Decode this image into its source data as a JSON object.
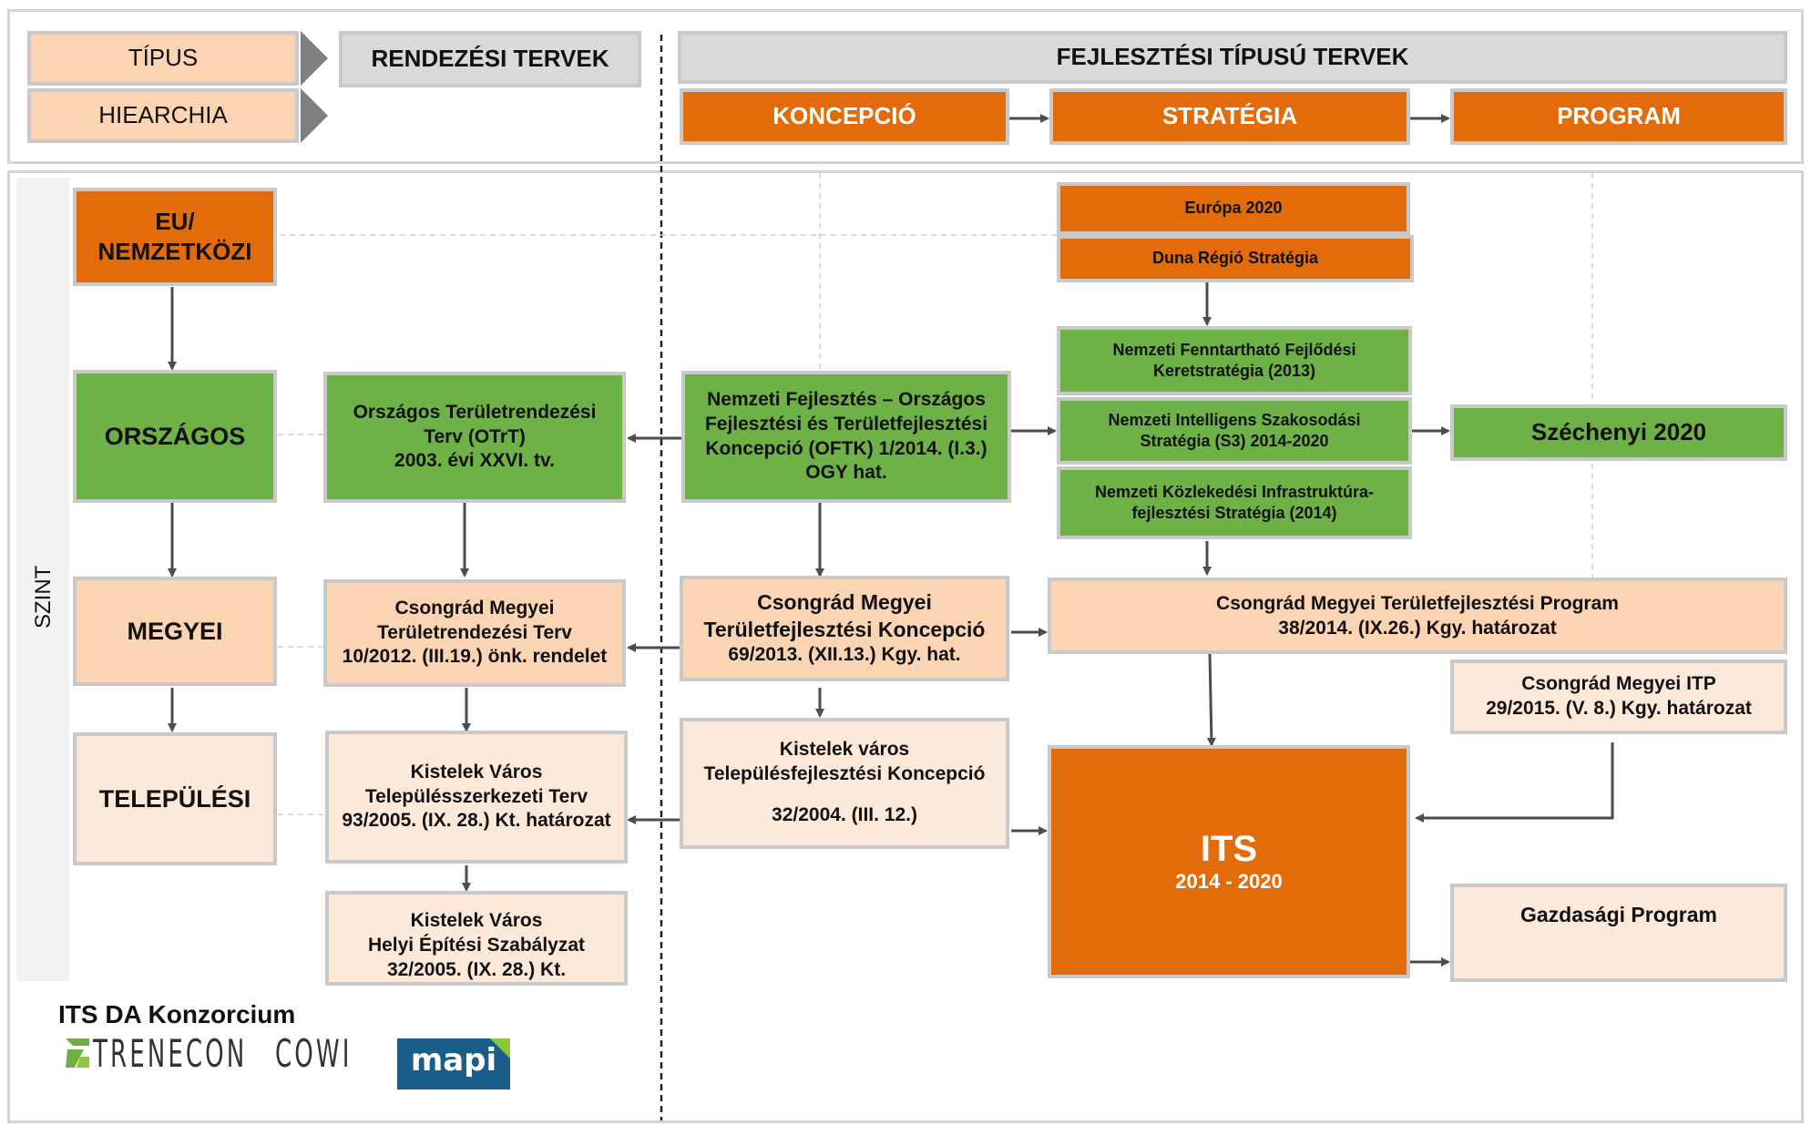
{
  "header": {
    "tipus": "TÍPUS",
    "hierarchia": "HIEARCHIA",
    "rendezesi": "RENDEZÉSI TERVEK",
    "fejlesztesi": "FEJLESZTÉSI TÍPUSÚ TERVEK",
    "koncepcio": "KONCEPCIÓ",
    "strategia": "STRATÉGIA",
    "program": "PROGRAM"
  },
  "side_label": "SZINT",
  "levels": {
    "eu": [
      "EU/",
      "NEMZETKÖZI"
    ],
    "orszagos": "ORSZÁGOS",
    "megyei": "MEGYEI",
    "telepulesi": "TELEPÜLÉSI"
  },
  "plans": {
    "otrt": [
      "Országos Területrendezési",
      "Terv (OTrT)",
      "2003. évi XXVI. tv."
    ],
    "megyei_rendezesi": [
      "Csongrád Megyei",
      "Területrendezési Terv",
      "10/2012. (III.19.) önk. rendelet"
    ],
    "telepulesszerkezeti": [
      "Kistelek Város",
      "Településszerkezeti Terv",
      "93/2005. (IX. 28.) Kt. határozat"
    ],
    "szabalyzat": [
      "Kistelek Város",
      "Helyi Építési Szabályzat",
      "32/2005. (IX. 28.) Kt."
    ],
    "oftk": [
      "Nemzeti Fejlesztés – Országos",
      "Fejlesztési és Területfejlesztési",
      "Koncepció (OFTK) 1/2014. (I.3.)",
      "OGY hat."
    ],
    "megyei_koncepcio": [
      "Csongrád Megyei",
      "Területfejlesztési Koncepció",
      "69/2013. (XII.13.) Kgy. hat."
    ],
    "telepules_koncepcio": [
      "Kistelek város",
      "Településfejlesztési Koncepció",
      "32/2004. (III. 12.)"
    ],
    "europa": "Európa 2020",
    "duna": "Duna Régió Stratégia",
    "nfft": [
      "Nemzeti Fenntartható Fejlődési",
      "Keretstratégia (2013)"
    ],
    "s3": [
      "Nemzeti Intelligens Szakosodási",
      "Stratégia (S3) 2014-2020"
    ],
    "kozlekedesi": [
      "Nemzeti Közlekedési Infrastruktúra-",
      "fejlesztési Stratégia (2014)"
    ],
    "szechenyi": "Széchenyi 2020",
    "megyei_program": [
      "Csongrád Megyei Területfejlesztési Program",
      "38/2014. (IX.26.) Kgy. határozat"
    ],
    "itp": [
      "Csongrád Megyei ITP",
      "29/2015. (V. 8.) Kgy. határozat"
    ],
    "its": [
      "ITS",
      "2014 - 2020"
    ],
    "gazdasagi": "Gazdasági Program"
  },
  "footer": {
    "konzorcium": "ITS DA Konzorcium",
    "trenecon": "TRENECON",
    "cowi": "COWI",
    "mapi": "mapi"
  },
  "colors": {
    "orange": "#e36c0a",
    "green": "#6eb146",
    "peach": "#fbd4b4",
    "light": "#fde9d9",
    "grey": "#d9d9d9"
  }
}
